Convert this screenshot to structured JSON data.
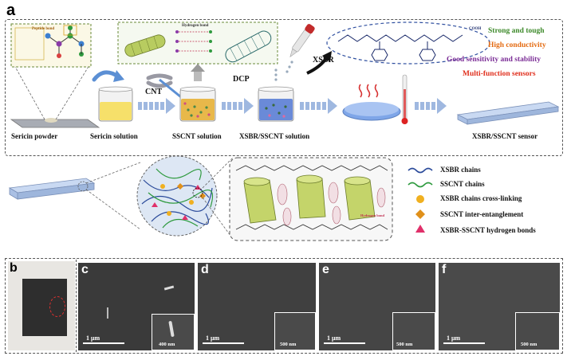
{
  "panel_a": {
    "letter": "a",
    "steps": {
      "sericin_powder": "Sericin powder",
      "sericin_solution": "Sericin solution",
      "sscnt_solution": "SSCNT solution",
      "xsbr_sscnt_solution": "XSBR/SSCNT solution",
      "sensor": "XSBR/SSCNT sensor"
    },
    "reagents": {
      "cnt": "CNT",
      "dcp": "DCP",
      "xsbr": "XSBR",
      "cooh": "COOH"
    },
    "inset_labels": {
      "peptide_bond": "Peptide bond",
      "hydrogen_bond": "Hydrogen bond",
      "hydrogen_bond_small": "Hydrogen bond"
    },
    "properties": [
      {
        "text": "Strong and tough",
        "color": "#3e8a2b"
      },
      {
        "text": "High conductivity",
        "color": "#e46b12"
      },
      {
        "text": "Good sensitivity and stability",
        "color": "#7b2d96"
      },
      {
        "text": "Multi-function sensors",
        "color": "#e0301e"
      }
    ],
    "legend": [
      {
        "text": "XSBR chains",
        "marker": "blue-wave"
      },
      {
        "text": "SSCNT chains",
        "marker": "green-wave"
      },
      {
        "text": "XSBR chains cross-linking",
        "marker": "orange-circle"
      },
      {
        "text": "SSCNT inter-entanglement",
        "marker": "orange-diamond"
      },
      {
        "text": "XSBR-SSCNT hydrogen bonds",
        "marker": "pink-triangle"
      }
    ]
  },
  "panel_b": {
    "letter": "b"
  },
  "sem_panels": [
    {
      "letter": "c",
      "scale": "1 μm",
      "inset_scale": "400 nm"
    },
    {
      "letter": "d",
      "scale": "1 μm",
      "inset_scale": "500 nm"
    },
    {
      "letter": "e",
      "scale": "1 μm",
      "inset_scale": "500 nm"
    },
    {
      "letter": "f",
      "scale": "1 μm",
      "inset_scale": "500 nm"
    }
  ]
}
